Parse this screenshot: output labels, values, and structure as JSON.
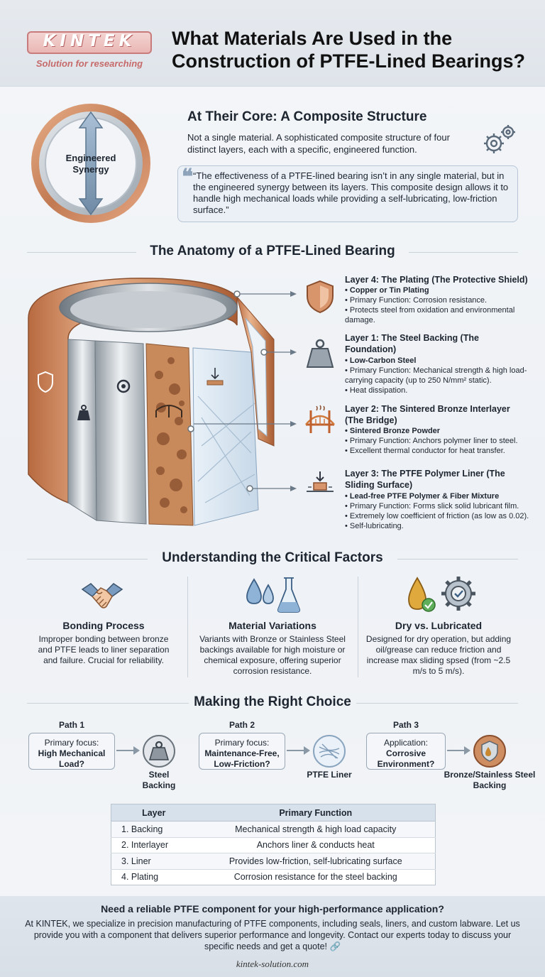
{
  "brand": {
    "name": "KINTEK",
    "tagline": "Solution for researching"
  },
  "title": "What Materials Are Used in the Construction of PTFE-Lined Bearings?",
  "core": {
    "badge_label": "Engineered Synergy",
    "title": "At Their Core: A Composite Structure",
    "description": "Not a single material. A sophisticated composite structure of four distinct layers, each with a specific, engineered function.",
    "quote": "“The effectiveness of a PTFE-lined bearing isn’t in any single material, but in the engineered synergy between its layers. This composite design allows it to handle high mechanical loads while providing a self-lubricating, low-friction surface.”"
  },
  "anatomy": {
    "title": "The Anatomy of a PTFE-Lined Bearing",
    "layers": [
      {
        "title": "Layer 4: The Plating (The Protective Shield)",
        "material": "Copper or Tin Plating",
        "points": [
          "Primary Function: Corrosion resistance.",
          "Protects steel from oxidation and environmental damage."
        ],
        "icon": "shield-icon"
      },
      {
        "title": "Layer 1: The Steel Backing (The Foundation)",
        "material": "Low-Carbon Steel",
        "points": [
          "Primary Function: Mechanical strength & high load-carrying capacity (up to 250 N/mm² static).",
          "Heat dissipation."
        ],
        "icon": "weight-icon"
      },
      {
        "title": "Layer 2: The Sintered Bronze Interlayer (The Bridge)",
        "material": "Sintered Bronze Powder",
        "points": [
          "Primary Function: Anchors polymer liner to steel.",
          "Excellent thermal conductor for heat transfer."
        ],
        "icon": "bridge-icon"
      },
      {
        "title": "Layer 3: The PTFE Polymer Liner (The Sliding Surface)",
        "material": "Lead-free PTFE Polymer & Fiber Mixture",
        "points": [
          "Primary Function: Forms slick solid lubricant film.",
          "Extremely low coefficient of friction (as low as 0.02).",
          "Self-lubricating."
        ],
        "icon": "sliding-block-icon"
      }
    ]
  },
  "factors": {
    "title": "Understanding the Critical Factors",
    "items": [
      {
        "title": "Bonding Process",
        "desc": "Improper bonding between bronze and PTFE leads to liner separation and failure. Crucial for reliability.",
        "icon": "handshake-icon"
      },
      {
        "title": "Material Variations",
        "desc": "Variants with Bronze or Stainless Steel backings available for high moisture or chemical exposure, offering superior corrosion resistance.",
        "icon": "droplets-flask-icon"
      },
      {
        "title": "Dry vs. Lubricated",
        "desc": "Designed for dry operation, but adding oil/grease can reduce friction and increase max sliding spsed (from ~2.5 m/s to 5 m/s).",
        "icon": "oil-gear-icon"
      }
    ]
  },
  "choice": {
    "title": "Making the Right Choice",
    "paths": [
      {
        "label": "Path 1",
        "prefix": "Primary focus:",
        "question": "High Mechanical Load?",
        "result": "Steel Backing"
      },
      {
        "label": "Path 2",
        "prefix": "Primary focus:",
        "question": "Maintenance-Free, Low-Friction?",
        "result": "PTFE Liner"
      },
      {
        "label": "Path 3",
        "prefix": "Application:",
        "question": "Corrosive Environment?",
        "result": "Bronze/Stainless Steel Backing"
      }
    ]
  },
  "table": {
    "headers": [
      "Layer",
      "Primary Function"
    ],
    "rows": [
      [
        "1. Backing",
        "Mechanical strength & high load capacity"
      ],
      [
        "2. Interlayer",
        "Anchors liner & conducts heat"
      ],
      [
        "3. Liner",
        "Provides low-friction, self-lubricating surface"
      ],
      [
        "4. Plating",
        "Corrosion resistance for the steel backing"
      ]
    ]
  },
  "cta": {
    "title": "Need a reliable PTFE component for your high-performance application?",
    "body": "At KINTEK, we specialize in precision manufacturing of PTFE components, including seals, liners, and custom labware. Let us provide you with a component that delivers superior performance and longevity. Contact our experts today to discuss your specific needs and get a quote! 🔗",
    "website": "kintek-solution.com"
  }
}
